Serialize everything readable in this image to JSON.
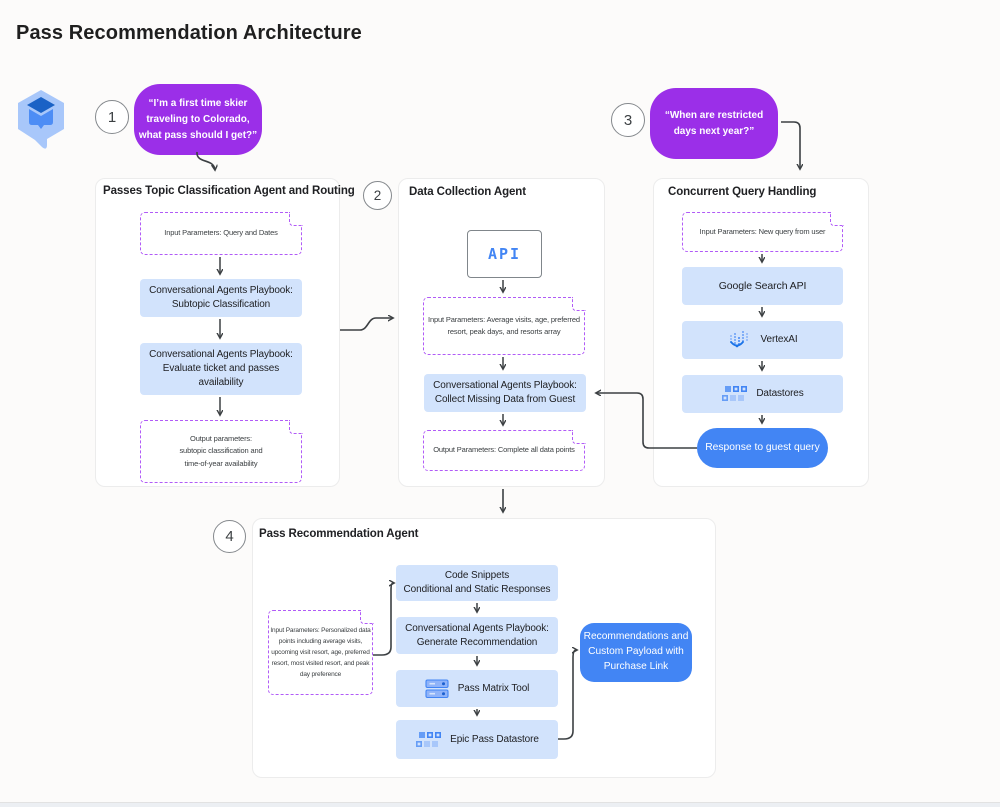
{
  "page": {
    "title": "Pass Recommendation Architecture"
  },
  "colors": {
    "purple": "#9B2FE8",
    "blue": "#4285F4",
    "light_blue": "#D2E3FC",
    "dashed_purple": "#B15BF7",
    "arrow": "#3C4043",
    "panel_border": "#ECECEC"
  },
  "steps": {
    "s1": {
      "number": "1",
      "bubble": "“I’m a first time skier\ntraveling to Colorado,\nwhat pass should I get?”"
    },
    "s2": {
      "number": "2"
    },
    "s3": {
      "number": "3",
      "bubble": "“When are restricted\ndays next year?”"
    },
    "s4": {
      "number": "4"
    }
  },
  "panels": {
    "classification": {
      "title": "Passes Topic Classification Agent and Routing",
      "input_doc": "Input Parameters: Query and Dates",
      "playbook_subtopic": "Conversational Agents Playbook:\nSubtopic Classification",
      "playbook_evaluate": "Conversational Agents Playbook:\nEvaluate ticket and passes\navailability",
      "output_doc": "Output parameters:\nsubtopic classification and\ntime-of-year availability"
    },
    "data_collection": {
      "title": "Data Collection Agent",
      "api_label": "API",
      "input_doc": "Input Parameters: Average visits, age, preferred\nresort, peak days, and resorts array",
      "playbook_collect": "Conversational Agents Playbook:\nCollect Missing Data from Guest",
      "output_doc": "Output Parameters: Complete all data points"
    },
    "concurrent": {
      "title": "Concurrent Query Handling",
      "input_doc": "Input Parameters: New query from user",
      "google_search": "Google Search API",
      "vertex": "VertexAI",
      "datastores": "Datastores",
      "response_pill": "Response to guest query"
    },
    "recommendation": {
      "title": "Pass Recommendation Agent",
      "input_doc": "Input Parameters: Personalized data\npoints including average visits,\nupcoming visit resort, age, preferred\nresort, most visited resort, and peak\nday preference",
      "code_snippets": "Code Snippets\nConditional and Static Responses",
      "playbook_generate": "Conversational Agents Playbook:\nGenerate Recommendation",
      "pass_matrix": "Pass Matrix Tool",
      "epic_datastore": "Epic Pass Datastore",
      "output_pill": "Recommendations and\nCustom Payload with\nPurchase Link"
    }
  }
}
